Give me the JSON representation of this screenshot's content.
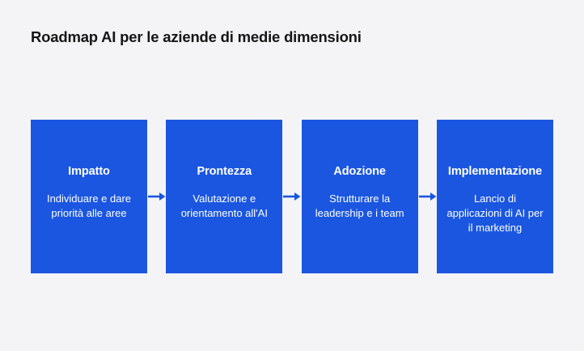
{
  "title": "Roadmap AI per le aziende di medie dimensioni",
  "colors": {
    "background": "#f4f4f6",
    "box": "#1a56e0",
    "box_text": "#ffffff",
    "title_text": "#151515",
    "arrow": "#1a56e0"
  },
  "steps": [
    {
      "title": "Impatto",
      "description": "Individuare e dare priorità alle aree"
    },
    {
      "title": "Prontezza",
      "description": "Valutazione e orientamento all'AI"
    },
    {
      "title": "Adozione",
      "description": "Strutturare la leadership e i team"
    },
    {
      "title": "Implementazione",
      "description": "Lancio di applicazioni di AI per il marketing"
    }
  ]
}
